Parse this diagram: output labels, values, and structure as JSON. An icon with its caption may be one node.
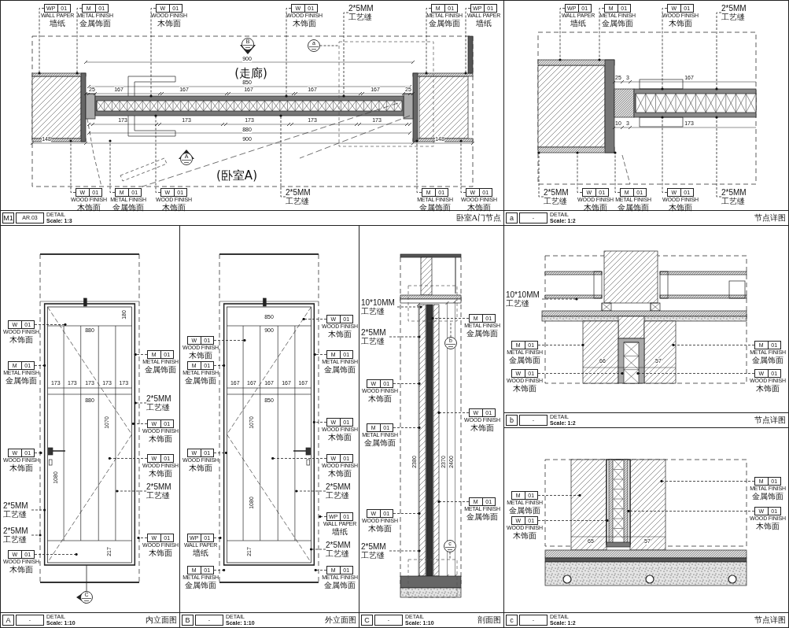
{
  "diagram": {
    "nodes": [
      {
        "text": [
          "M1",
          "AR.03",
          "DETAIL",
          "Scale: 1:3",
          "卧室A门节点"
        ]
      },
      {
        "text": [
          "WP",
          "01"
        ],
        "beside": [
          "WALL PAPER",
          "墙纸"
        ],
        "in": 0
      },
      {
        "text": [
          "M",
          "01"
        ],
        "beside": [
          "METAL FINISH",
          "金属饰面"
        ],
        "in": 0
      },
      {
        "text": [
          "W",
          "01"
        ],
        "beside": [
          "WOOD FINISH",
          "木饰面"
        ],
        "in": 0
      },
      {
        "text": [
          "W",
          "01"
        ],
        "beside": [
          "WOOD FINISH",
          "木饰面"
        ],
        "in": 0
      },
      {
        "text": [
          "2*5MM工艺缝"
        ],
        "in": 0
      },
      {
        "text": [
          "M",
          "01"
        ],
        "beside": [
          "METAL FINISH",
          "金属饰面"
        ],
        "in": 0
      },
      {
        "text": [
          "WP",
          "01"
        ],
        "beside": [
          "WALL PAPER",
          "墙纸"
        ],
        "in": 0
      },
      {
        "text": [
          "B"
        ],
        "in": 0
      },
      {
        "text": [
          "a"
        ],
        "in": 0
      },
      {
        "text": [
          "A"
        ],
        "in": 0
      },
      {
        "text": [
          "W",
          "01"
        ],
        "beside": [
          "WOOD FINISH",
          "木饰面"
        ],
        "in": 0
      },
      {
        "text": [
          "M",
          "01"
        ],
        "beside": [
          "METAL FINISH",
          "金属饰面"
        ],
        "in": 0
      },
      {
        "text": [
          "W",
          "01"
        ],
        "beside": [
          "WOOD FINISH",
          "木饰面"
        ],
        "in": 0
      },
      {
        "text": [
          "2*5MM工艺缝"
        ],
        "in": 0
      },
      {
        "text": [
          "M",
          "01"
        ],
        "beside": [
          "METAL FINISH",
          "金属饰面"
        ],
        "in": 0
      },
      {
        "text": [
          "W",
          "01"
        ],
        "beside": [
          "WOOD FINISH",
          "木饰面"
        ],
        "in": 0
      },
      {
        "text": [
          "a",
          "-",
          "DETAIL",
          "Scale: 1:2",
          "节点详图"
        ]
      },
      {
        "text": [
          "WP",
          "01"
        ],
        "beside": [
          "WALL PAPER",
          "墙纸"
        ],
        "in": 17
      },
      {
        "text": [
          "M",
          "01"
        ],
        "beside": [
          "METAL FINISH",
          "金属饰面"
        ],
        "in": 17
      },
      {
        "text": [
          "W",
          "01"
        ],
        "beside": [
          "WOOD FINISH",
          "木饰面"
        ],
        "in": 17
      },
      {
        "text": [
          "2*5MM工艺缝"
        ],
        "in": 17
      },
      {
        "text": [
          "2*5MM工艺缝"
        ],
        "in": 17
      },
      {
        "text": [
          "W",
          "01"
        ],
        "beside": [
          "WOOD FINISH",
          "木饰面"
        ],
        "in": 17
      },
      {
        "text": [
          "M",
          "01"
        ],
        "beside": [
          "METAL FINISH",
          "金属饰面"
        ],
        "in": 17
      },
      {
        "text": [
          "W",
          "01"
        ],
        "beside": [
          "WOOD FINISH",
          "木饰面"
        ],
        "in": 17
      },
      {
        "text": [
          "2*5MM工艺缝"
        ],
        "in": 17
      },
      {
        "text": [
          "A",
          "-",
          "DETAIL",
          "Scale: 1:10",
          "内立面图"
        ]
      },
      {
        "text": [
          "W",
          "01"
        ],
        "beside": [
          "WOOD FINISH",
          "木饰面"
        ],
        "in": 27
      },
      {
        "text": [
          "M",
          "01"
        ],
        "beside": [
          "METAL FINISH",
          "金属饰面"
        ],
        "in": 27
      },
      {
        "text": [
          "2*5MM工艺缝"
        ],
        "in": 27
      },
      {
        "text": [
          "M",
          "01"
        ],
        "beside": [
          "METAL FINISH",
          "金属饰面"
        ],
        "in": 27
      },
      {
        "text": [
          "W",
          "01"
        ],
        "beside": [
          "WOOD FINISH",
          "木饰面"
        ],
        "in": 27
      },
      {
        "text": [
          "W",
          "01"
        ],
        "beside": [
          "WOOD FINISH",
          "木饰面"
        ],
        "in": 27
      },
      {
        "text": [
          "W",
          "01"
        ],
        "beside": [
          "WOOD FINISH",
          "木饰面"
        ],
        "in": 27
      },
      {
        "text": [
          "2*5MM工艺缝"
        ],
        "in": 27
      },
      {
        "text": [
          "2*5MM工艺缝"
        ],
        "in": 27
      },
      {
        "text": [
          "2*5MM工艺缝"
        ],
        "in": 27
      },
      {
        "text": [
          "W",
          "01"
        ],
        "beside": [
          "WOOD FINISH",
          "木饰面"
        ],
        "in": 27
      },
      {
        "text": [
          "W",
          "01"
        ],
        "beside": [
          "WOOD FINISH",
          "木饰面"
        ],
        "in": 27
      },
      {
        "text": [
          "C"
        ],
        "in": 27
      },
      {
        "text": [
          "B",
          "-",
          "DETAIL",
          "Scale: 1:10",
          "外立面图"
        ]
      },
      {
        "text": [
          "W",
          "01"
        ],
        "beside": [
          "WOOD FINISH",
          "木饰面"
        ],
        "in": 41
      },
      {
        "text": [
          "W",
          "01"
        ],
        "beside": [
          "WOOD FINISH",
          "木饰面"
        ],
        "in": 41
      },
      {
        "text": [
          "M",
          "01"
        ],
        "beside": [
          "METAL FINISH",
          "金属饰面"
        ],
        "in": 41
      },
      {
        "text": [
          "M",
          "01"
        ],
        "beside": [
          "METAL FINISH",
          "金属饰面"
        ],
        "in": 41
      },
      {
        "text": [
          "W",
          "01"
        ],
        "beside": [
          "WOOD FINISH",
          "木饰面"
        ],
        "in": 41
      },
      {
        "text": [
          "W",
          "01"
        ],
        "beside": [
          "WOOD FINISH",
          "木饰面"
        ],
        "in": 41
      },
      {
        "text": [
          "W",
          "01"
        ],
        "beside": [
          "WOOD FINISH",
          "木饰面"
        ],
        "in": 41
      },
      {
        "text": [
          "2*5MM工艺缝"
        ],
        "in": 41
      },
      {
        "text": [
          "WP",
          "01"
        ],
        "beside": [
          "WALL PAPER",
          "墙纸"
        ],
        "in": 41
      },
      {
        "text": [
          "WP",
          "01"
        ],
        "beside": [
          "WALL PAPER",
          "墙纸"
        ],
        "in": 41
      },
      {
        "text": [
          "2*5MM工艺缝"
        ],
        "in": 41
      },
      {
        "text": [
          "M",
          "01"
        ],
        "beside": [
          "METAL FINISH",
          "金属饰面"
        ],
        "in": 41
      },
      {
        "text": [
          "M",
          "01"
        ],
        "beside": [
          "METAL FINISH",
          "金属饰面"
        ],
        "in": 41
      },
      {
        "text": [
          "C",
          "-",
          "DETAIL",
          "Scale: 1:10",
          "剖面图"
        ]
      },
      {
        "text": [
          "10*10MM工艺缝"
        ],
        "in": 55
      },
      {
        "text": [
          "M",
          "01"
        ],
        "beside": [
          "METAL FINISH",
          "金属饰面"
        ],
        "in": 55
      },
      {
        "text": [
          "b"
        ],
        "in": 55
      },
      {
        "text": [
          "2*5MM工艺缝"
        ],
        "in": 55
      },
      {
        "text": [
          "W",
          "01"
        ],
        "beside": [
          "WOOD FINISH",
          "木饰面"
        ],
        "in": 55
      },
      {
        "text": [
          "W",
          "01"
        ],
        "beside": [
          "WOOD FINISH",
          "木饰面"
        ],
        "in": 55
      },
      {
        "text": [
          "M",
          "01"
        ],
        "beside": [
          "METAL FINISH",
          "金属饰面"
        ],
        "in": 55
      },
      {
        "text": [
          "M",
          "01"
        ],
        "beside": [
          "METAL FINISH",
          "金属饰面"
        ],
        "in": 55
      },
      {
        "text": [
          "W",
          "01"
        ],
        "beside": [
          "WOOD FINISH",
          "木饰面"
        ],
        "in": 55
      },
      {
        "text": [
          "2*5MM工艺缝"
        ],
        "in": 55
      },
      {
        "text": [
          "c"
        ],
        "in": 55
      },
      {
        "text": [
          "b",
          "-",
          "DETAIL",
          "Scale: 1:2",
          "节点详图"
        ]
      },
      {
        "text": [
          "10*10MM工艺缝"
        ],
        "in": 67
      },
      {
        "text": [
          "M",
          "01"
        ],
        "beside": [
          "METAL FINISH",
          "金属饰面"
        ],
        "in": 67
      },
      {
        "text": [
          "M",
          "01"
        ],
        "beside": [
          "METAL FINISH",
          "金属饰面"
        ],
        "in": 67
      },
      {
        "text": [
          "W",
          "01"
        ],
        "beside": [
          "WOOD FINISH",
          "木饰面"
        ],
        "in": 67
      },
      {
        "text": [
          "W",
          "01"
        ],
        "beside": [
          "WOOD FINISH",
          "木饰面"
        ],
        "in": 67
      },
      {
        "text": [
          "c",
          "-",
          "DETAIL",
          "Scale: 1:2",
          "节点详图"
        ]
      },
      {
        "text": [
          "M",
          "01"
        ],
        "beside": [
          "METAL FINISH",
          "金属饰面"
        ],
        "in": 73
      },
      {
        "text": [
          "M",
          "01"
        ],
        "beside": [
          "METAL FINISH",
          "金属饰面"
        ],
        "in": 73
      },
      {
        "text": [
          "W",
          "01"
        ],
        "beside": [
          "WOOD FINISH",
          "木饰面"
        ],
        "in": 73
      },
      {
        "text": [
          "W",
          "01"
        ],
        "beside": [
          "WOOD FINISH",
          "木饰面"
        ],
        "in": 73
      }
    ],
    "edges": [
      {
        "from": 1,
        "to": null,
        "arrow": "other",
        "style": "dashed"
      },
      {
        "from": 2,
        "to": null,
        "arrow": "other",
        "style": "dashed"
      },
      {
        "from": 3,
        "to": null,
        "arrow": "other",
        "style": "dashed"
      },
      {
        "from": 4,
        "to": null,
        "arrow": "other",
        "style": "dashed"
      },
      {
        "from": 5,
        "to": null,
        "arrow": "other",
        "style": "dashed"
      },
      {
        "from": 6,
        "to": null,
        "arrow": "other",
        "style": "dashed"
      },
      {
        "from": 7,
        "to": null,
        "arrow": "other",
        "style": "dashed"
      },
      {
        "from": 9,
        "to": null,
        "arrow": "none",
        "style": "dashed"
      },
      {
        "from": 11,
        "to": null,
        "arrow": "other",
        "style": "dashed"
      },
      {
        "from": 12,
        "to": null,
        "arrow": "other",
        "style": "dashed"
      },
      {
        "from": 13,
        "to": null,
        "arrow": "other",
        "style": "dashed"
      },
      {
        "from": 14,
        "to": null,
        "arrow": "other",
        "style": "dashed"
      },
      {
        "from": 15,
        "to": null,
        "arrow": "other",
        "style": "dashed"
      },
      {
        "from": 16,
        "to": null,
        "arrow": "other",
        "style": "dashed"
      },
      {
        "from": 18,
        "to": null,
        "arrow": "other",
        "style": "dashed"
      },
      {
        "from": 19,
        "to": null,
        "arrow": "other",
        "style": "dashed"
      },
      {
        "from": 20,
        "to": null,
        "arrow": "other",
        "style": "dashed"
      },
      {
        "from": 21,
        "to": null,
        "arrow": "other",
        "style": "dashed"
      },
      {
        "from": 22,
        "to": null,
        "arrow": "other",
        "style": "dashed"
      },
      {
        "from": 23,
        "to": null,
        "arrow": "other",
        "style": "dashed"
      },
      {
        "from": 24,
        "to": null,
        "arrow": "other",
        "style": "dashed"
      },
      {
        "from": 25,
        "to": null,
        "arrow": "other",
        "style": "dashed"
      },
      {
        "from": 26,
        "to": null,
        "arrow": "other",
        "style": "dashed"
      },
      {
        "from": 28,
        "to": null,
        "arrow": "other",
        "style": "dashed"
      },
      {
        "from": 29,
        "to": null,
        "arrow": "other",
        "style": "dashed"
      },
      {
        "from": 30,
        "to": null,
        "arrow": "other",
        "style": "dashed"
      },
      {
        "from": 31,
        "to": null,
        "arrow": "other",
        "style": "dashed"
      },
      {
        "from": 32,
        "to": null,
        "arrow": "other",
        "style": "dashed"
      },
      {
        "from": 33,
        "to": null,
        "arrow": "other",
        "style": "dashed"
      },
      {
        "from": 34,
        "to": null,
        "arrow": "other",
        "style": "dashed"
      },
      {
        "from": 35,
        "to": null,
        "arrow": "other",
        "style": "dashed"
      },
      {
        "from": 36,
        "to": null,
        "arrow": "other",
        "style": "dashed"
      },
      {
        "from": 37,
        "to": null,
        "arrow": "other",
        "style": "dashed"
      },
      {
        "from": 38,
        "to": null,
        "arrow": "other",
        "style": "dashed"
      },
      {
        "from": 39,
        "to": null,
        "arrow": "other",
        "style": "dashed"
      },
      {
        "from": 40,
        "to": null,
        "arrow": "none"
      },
      {
        "from": 42,
        "to": null,
        "arrow": "other",
        "style": "dashed"
      },
      {
        "from": 43,
        "to": null,
        "arrow": "other",
        "style": "dashed"
      },
      {
        "from": 44,
        "to": null,
        "arrow": "other",
        "style": "dashed"
      },
      {
        "from": 45,
        "to": null,
        "arrow": "other",
        "style": "dashed"
      },
      {
        "from": 46,
        "to": null,
        "arrow": "other",
        "style": "dashed"
      },
      {
        "from": 47,
        "to": null,
        "arrow": "other",
        "style": "dashed"
      },
      {
        "from": 48,
        "to": null,
        "arrow": "other",
        "style": "dashed"
      },
      {
        "from": 49,
        "to": null,
        "arrow": "other",
        "style": "dashed"
      },
      {
        "from": 50,
        "to": null,
        "arrow": "other",
        "style": "dashed"
      },
      {
        "from": 51,
        "to": null,
        "arrow": "other",
        "style": "dashed"
      },
      {
        "from": 52,
        "to": null,
        "arrow": "other",
        "style": "dashed"
      },
      {
        "from": 53,
        "to": null,
        "arrow": "other",
        "style": "dashed"
      },
      {
        "from": 54,
        "to": null,
        "arrow": "other",
        "style": "dashed"
      },
      {
        "from": 56,
        "to": null,
        "arrow": "other",
        "style": "dashed"
      },
      {
        "from": 57,
        "to": null,
        "arrow": "other",
        "style": "dashed"
      },
      {
        "from": 58,
        "to": null,
        "arrow": "none",
        "style": "dashed"
      },
      {
        "from": 59,
        "to": null,
        "arrow": "other",
        "style": "dashed"
      },
      {
        "from": 60,
        "to": null,
        "arrow": "other",
        "style": "dashed"
      },
      {
        "from": 61,
        "to": null,
        "arrow": "other",
        "style": "dashed"
      },
      {
        "from": 62,
        "to": null,
        "arrow": "other",
        "style": "dashed"
      },
      {
        "from": 63,
        "to": null,
        "arrow": "other",
        "style": "dashed"
      },
      {
        "from": 64,
        "to": null,
        "arrow": "other",
        "style": "dashed"
      },
      {
        "from": 65,
        "to": null,
        "arrow": "other",
        "style": "dashed"
      },
      {
        "from": 66,
        "to": null,
        "arrow": "none",
        "style": "dashed"
      },
      {
        "from": 68,
        "to": null,
        "arrow": "other",
        "style": "dashed"
      },
      {
        "from": 69,
        "to": null,
        "arrow": "other",
        "style": "dashed"
      },
      {
        "from": 70,
        "to": null,
        "arrow": "other",
        "style": "dashed"
      },
      {
        "from": 71,
        "to": null,
        "arrow": "other",
        "style": "dashed"
      },
      {
        "from": 72,
        "to": null,
        "arrow": "other",
        "style": "dashed"
      },
      {
        "from": 74,
        "to": null,
        "arrow": "other",
        "style": "dashed"
      },
      {
        "from": 75,
        "to": null,
        "arrow": "other",
        "style": "dashed"
      },
      {
        "from": 76,
        "to": null,
        "arrow": "other",
        "style": "dashed"
      },
      {
        "from": 77,
        "to": null,
        "arrow": "other",
        "style": "dashed"
      }
    ],
    "labels": [
      "900",
      "(走廊)",
      "850",
      "25",
      "167",
      "167",
      "167",
      "167",
      "167",
      "25",
      "173",
      "173",
      "173",
      "173",
      "173",
      "880",
      "148",
      "900",
      "148",
      "(卧室A)",
      "25",
      "3",
      "167",
      "10",
      "3",
      "173",
      "180",
      "880",
      "173",
      "173",
      "173",
      "173",
      "173",
      "880",
      "1070",
      "1080",
      "217",
      "850",
      "900",
      "167",
      "167",
      "167",
      "167",
      "167",
      "850",
      "1070",
      "1080",
      "217",
      "2380",
      "2370",
      "2400",
      "66",
      "57",
      "65",
      "57"
    ]
  }
}
